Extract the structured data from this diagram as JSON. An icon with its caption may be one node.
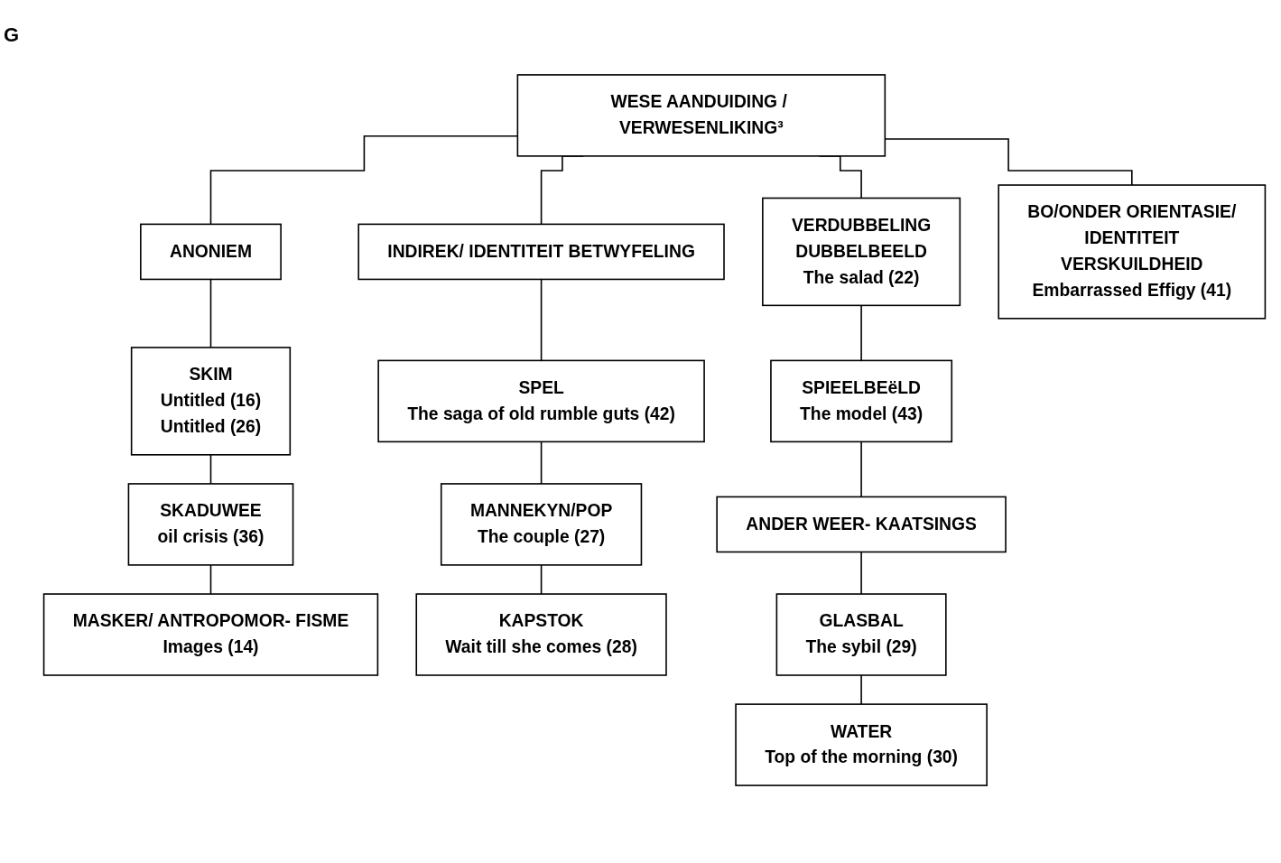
{
  "diagram": {
    "nodes": [
      {
        "text": [
          "WESE AANDUIDING / VERWESENLIKING³"
        ]
      },
      {
        "text": [
          "ANONIEM"
        ]
      },
      {
        "text": [
          "SKIM",
          "Untitled (16)",
          "Untitled (26)"
        ]
      },
      {
        "text": [
          "SKADUWEE",
          "oil crisis (36)"
        ]
      },
      {
        "text": [
          "MASKER/ ANTROPOMOR- FISME",
          "Images (14)"
        ]
      },
      {
        "text": [
          "INDIREK/ IDENTITEIT BETWYFELING"
        ]
      },
      {
        "text": [
          "SPEL",
          "The saga of old rumble guts (42)"
        ]
      },
      {
        "text": [
          "MANNEKYN/POP",
          "The couple (27)"
        ]
      },
      {
        "text": [
          "KAPSTOK",
          "Wait till she comes (28)"
        ]
      },
      {
        "text": [
          "VERDUBBELING",
          "DUBBELBEELD",
          "The salad (22)"
        ]
      },
      {
        "text": [
          "SPIEELBEëLD",
          "The model (43)"
        ]
      },
      {
        "text": [
          "ANDER WEER- KAATSINGS"
        ]
      },
      {
        "text": [
          "GLASBAL",
          "The sybil (29)"
        ]
      },
      {
        "text": [
          "WATER",
          "Top of the morning (30)"
        ]
      },
      {
        "text": [
          "BO/ONDER ORIENTASIE/",
          "IDENTITEIT",
          "VERSKUILDHEID",
          "Embarrassed Effigy (41)"
        ]
      }
    ],
    "edges": [
      {
        "from": 0,
        "to": 1,
        "arrow": "none"
      },
      {
        "from": 0,
        "to": 5,
        "arrow": "none"
      },
      {
        "from": 0,
        "to": 9,
        "arrow": "none"
      },
      {
        "from": 0,
        "to": 14,
        "arrow": "none"
      },
      {
        "from": 1,
        "to": 2,
        "arrow": "none"
      },
      {
        "from": 2,
        "to": 3,
        "arrow": "none"
      },
      {
        "from": 3,
        "to": 4,
        "arrow": "none"
      },
      {
        "from": 5,
        "to": 6,
        "arrow": "none"
      },
      {
        "from": 6,
        "to": 7,
        "arrow": "none"
      },
      {
        "from": 7,
        "to": 8,
        "arrow": "none"
      },
      {
        "from": 9,
        "to": 10,
        "arrow": "none"
      },
      {
        "from": 10,
        "to": 11,
        "arrow": "none"
      },
      {
        "from": 11,
        "to": 12,
        "arrow": "none"
      },
      {
        "from": 12,
        "to": 13,
        "arrow": "none"
      }
    ],
    "labels": [
      "G"
    ]
  }
}
